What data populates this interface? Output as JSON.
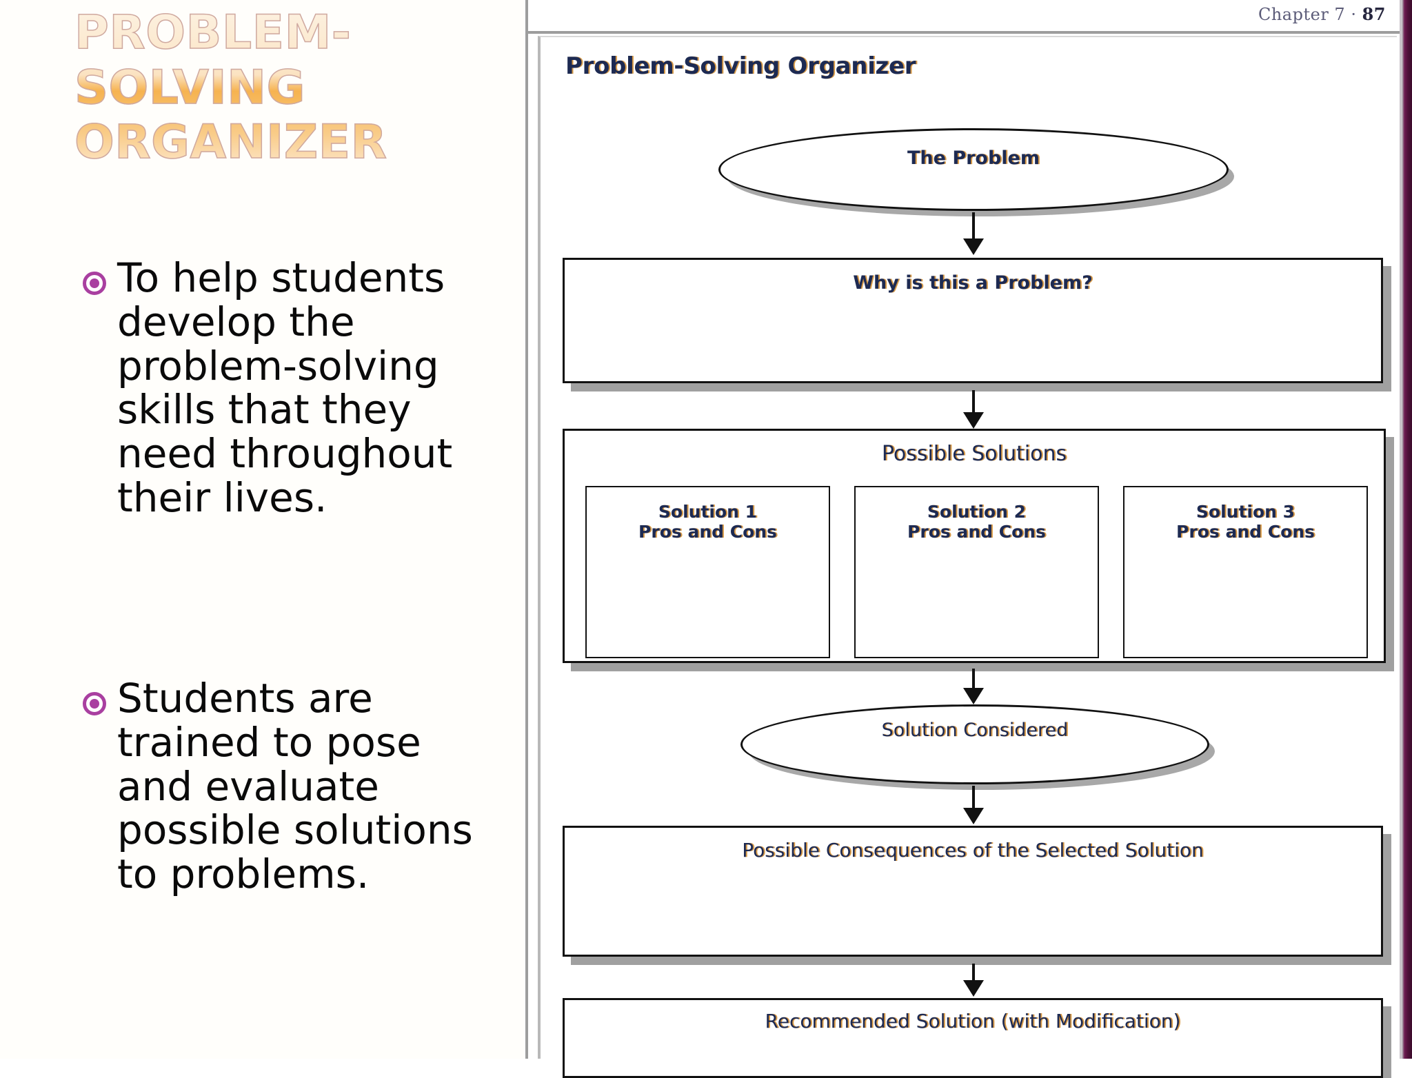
{
  "slide": {
    "title": "Problem-Solving Organizer",
    "bullets": [
      "To help students develop the problem-solving skills that they need throughout their lives.",
      "Students are trained to pose and evaluate possible solutions to problems."
    ],
    "bullet_color": "#a93fa0",
    "title_color": "#f6b350"
  },
  "book": {
    "chapter_label": "Chapter 7  · ",
    "page_number": "87",
    "organizer_title": "Problem-Solving Organizer",
    "text_color": "#1d2a52",
    "shadow_color": "#d79a48",
    "diagram": {
      "problem_ellipse": "The Problem",
      "why_box": "Why is this a Problem?",
      "solutions_box": "Possible Solutions",
      "solutions": [
        {
          "name": "Solution 1",
          "sub": "Pros  and Cons"
        },
        {
          "name": "Solution 2",
          "sub": "Pros and Cons"
        },
        {
          "name": "Solution 3",
          "sub": "Pros and Cons"
        }
      ],
      "considered_ellipse": "Solution Considered",
      "consequences_box": "Possible Consequences of the Selected Solution",
      "recommended_box": "Recommended Solution (with Modification)"
    }
  }
}
